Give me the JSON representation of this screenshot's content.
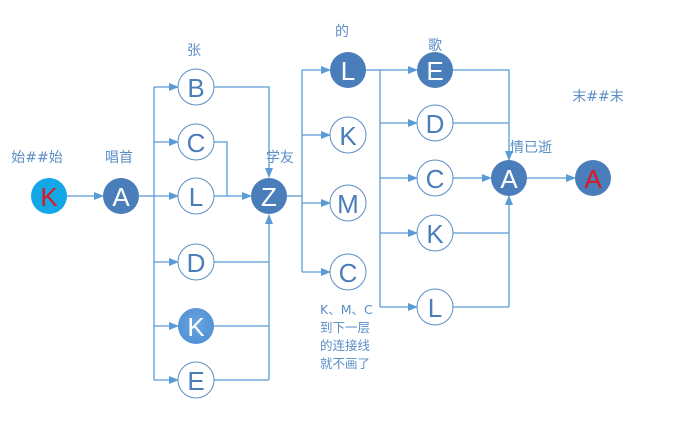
{
  "colors": {
    "edge": "#5b9bd5",
    "filled_node": "#4a7ebb",
    "outline_node_stroke": "#5b8ec6",
    "outline_node_text": "#4a7ebb",
    "start_node_fill": "#12a7e6",
    "highlight_text": "#e0161e",
    "label": "#5b8ec6"
  },
  "labels": {
    "start": "始##始",
    "layer1": "唱首",
    "layer2": "张",
    "layer3": "学友",
    "layer4": "的",
    "layer5": "歌",
    "layer6": "情已逝",
    "end": "末##末"
  },
  "note_lines": [
    "K、M、C",
    "到下一层",
    "的连接线",
    "就不画了"
  ],
  "nodes": [
    {
      "id": "start",
      "letter": "K",
      "style": "start"
    },
    {
      "id": "l1-A",
      "letter": "A",
      "style": "filled"
    },
    {
      "id": "l2-B",
      "letter": "B",
      "style": "outline"
    },
    {
      "id": "l2-C",
      "letter": "C",
      "style": "outline"
    },
    {
      "id": "l2-L",
      "letter": "L",
      "style": "outline"
    },
    {
      "id": "l2-D",
      "letter": "D",
      "style": "outline"
    },
    {
      "id": "l2-K",
      "letter": "K",
      "style": "light-filled"
    },
    {
      "id": "l2-E",
      "letter": "E",
      "style": "outline"
    },
    {
      "id": "l3-Z",
      "letter": "Z",
      "style": "filled"
    },
    {
      "id": "l4-L",
      "letter": "L",
      "style": "filled"
    },
    {
      "id": "l4-K",
      "letter": "K",
      "style": "outline"
    },
    {
      "id": "l4-M",
      "letter": "M",
      "style": "outline"
    },
    {
      "id": "l4-C",
      "letter": "C",
      "style": "outline"
    },
    {
      "id": "l5-E",
      "letter": "E",
      "style": "filled"
    },
    {
      "id": "l5-D",
      "letter": "D",
      "style": "outline"
    },
    {
      "id": "l5-C",
      "letter": "C",
      "style": "outline"
    },
    {
      "id": "l5-K",
      "letter": "K",
      "style": "outline"
    },
    {
      "id": "l5-L",
      "letter": "L",
      "style": "outline"
    },
    {
      "id": "l6-A",
      "letter": "A",
      "style": "filled"
    },
    {
      "id": "end",
      "letter": "A",
      "style": "end"
    }
  ]
}
